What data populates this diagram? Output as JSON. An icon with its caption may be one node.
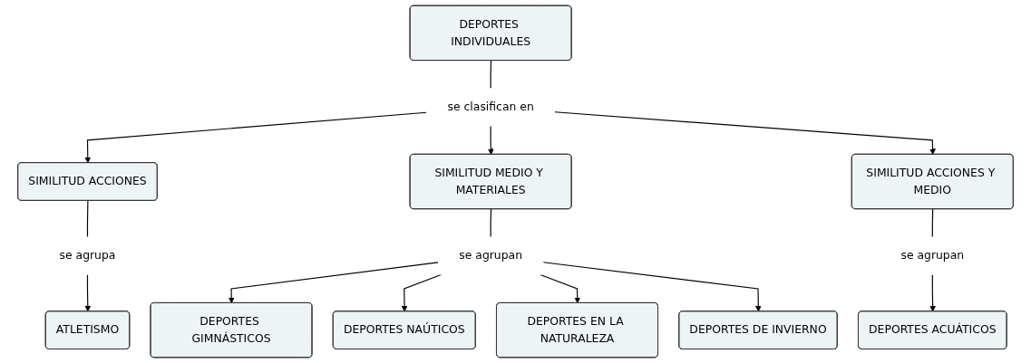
{
  "diagram": {
    "nodes": [
      {
        "text": [
          "DEPORTES INDIVIDUALES"
        ]
      },
      {
        "text": [
          "se clasifican en"
        ]
      },
      {
        "text": [
          "SIMILITUD ACCIONES"
        ]
      },
      {
        "text": [
          "SIMILITUD MEDIO Y MATERIALES"
        ]
      },
      {
        "text": [
          "SIMILITUD ACCIONES Y MEDIO"
        ]
      },
      {
        "text": [
          "se agrupa"
        ]
      },
      {
        "text": [
          "se agrupan"
        ]
      },
      {
        "text": [
          "se agrupan"
        ]
      },
      {
        "text": [
          "ATLETISMO"
        ]
      },
      {
        "text": [
          "DEPORTES GIMNÁSTICOS"
        ]
      },
      {
        "text": [
          "DEPORTES NAÚTICOS"
        ]
      },
      {
        "text": [
          "DEPORTES EN LA NATURALEZA"
        ]
      },
      {
        "text": [
          "DEPORTES DE INVIERNO"
        ]
      },
      {
        "text": [
          "DEPORTES ACUÁTICOS"
        ]
      }
    ],
    "edges": [
      {
        "from": 0,
        "to": 1,
        "arrow": "none"
      },
      {
        "from": 1,
        "to": 2,
        "arrow": "to"
      },
      {
        "from": 1,
        "to": 3,
        "arrow": "to"
      },
      {
        "from": 1,
        "to": 4,
        "arrow": "to"
      },
      {
        "from": 2,
        "to": 5,
        "arrow": "none"
      },
      {
        "from": 3,
        "to": 6,
        "arrow": "none"
      },
      {
        "from": 4,
        "to": 7,
        "arrow": "none"
      },
      {
        "from": 5,
        "to": 8,
        "arrow": "to"
      },
      {
        "from": 6,
        "to": 9,
        "arrow": "to"
      },
      {
        "from": 6,
        "to": 10,
        "arrow": "to"
      },
      {
        "from": 6,
        "to": 11,
        "arrow": "to"
      },
      {
        "from": 6,
        "to": 12,
        "arrow": "to"
      },
      {
        "from": 7,
        "to": 13,
        "arrow": "to"
      }
    ]
  }
}
